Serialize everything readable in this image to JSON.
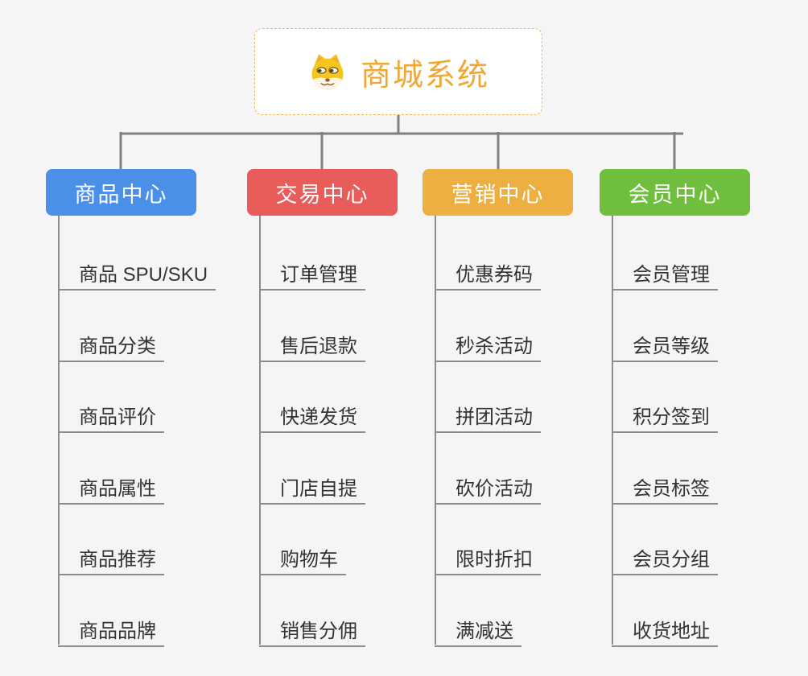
{
  "root": {
    "title": "商城系统",
    "icon": "doge-icon",
    "title_color": "#f0a832",
    "border_color": "#f2b45a"
  },
  "connector_color": "#808080",
  "child_line_color": "#8c8c8c",
  "branches": [
    {
      "label": "商品中心",
      "color": "#4b90e8",
      "children": [
        "商品 SPU/SKU",
        "商品分类",
        "商品评价",
        "商品属性",
        "商品推荐",
        "商品品牌"
      ]
    },
    {
      "label": "交易中心",
      "color": "#e85c5a",
      "children": [
        "订单管理",
        "售后退款",
        "快递发货",
        "门店自提",
        "购物车",
        "销售分佣"
      ]
    },
    {
      "label": "营销中心",
      "color": "#edaf41",
      "children": [
        "优惠券码",
        "秒杀活动",
        "拼团活动",
        "砍价活动",
        "限时折扣",
        "满减送"
      ]
    },
    {
      "label": "会员中心",
      "color": "#6fbe3c",
      "children": [
        "会员管理",
        "会员等级",
        "积分签到",
        "会员标签",
        "会员分组",
        "收货地址"
      ]
    }
  ]
}
